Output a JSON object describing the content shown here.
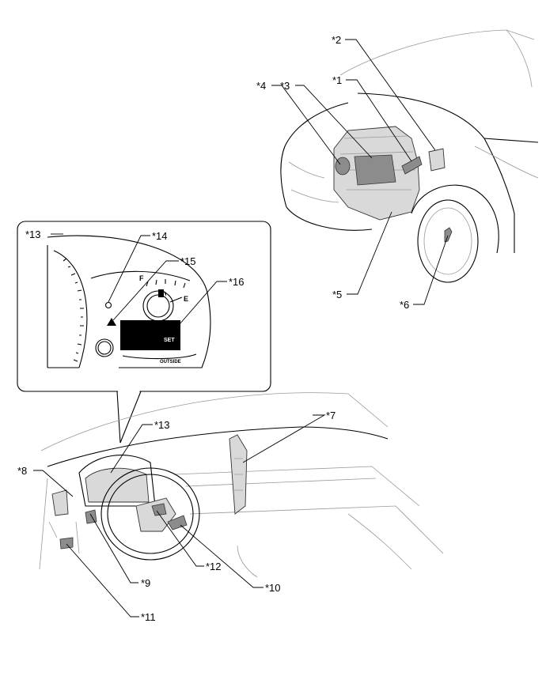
{
  "callouts": {
    "c1": "*1",
    "c2": "*2",
    "c3": "*3",
    "c4": "*4",
    "c5": "*5",
    "c6": "*6",
    "c7": "*7",
    "c8": "*8",
    "c9": "*9",
    "c10": "*10",
    "c11": "*11",
    "c12": "*12",
    "c13_inset": "*13",
    "c13": "*13",
    "c14": "*14",
    "c15": "*15",
    "c16": "*16"
  },
  "gauge": {
    "fuel_full": "F",
    "fuel_empty": "E",
    "display_set": "SET",
    "outside_label": "OUTSIDE"
  }
}
